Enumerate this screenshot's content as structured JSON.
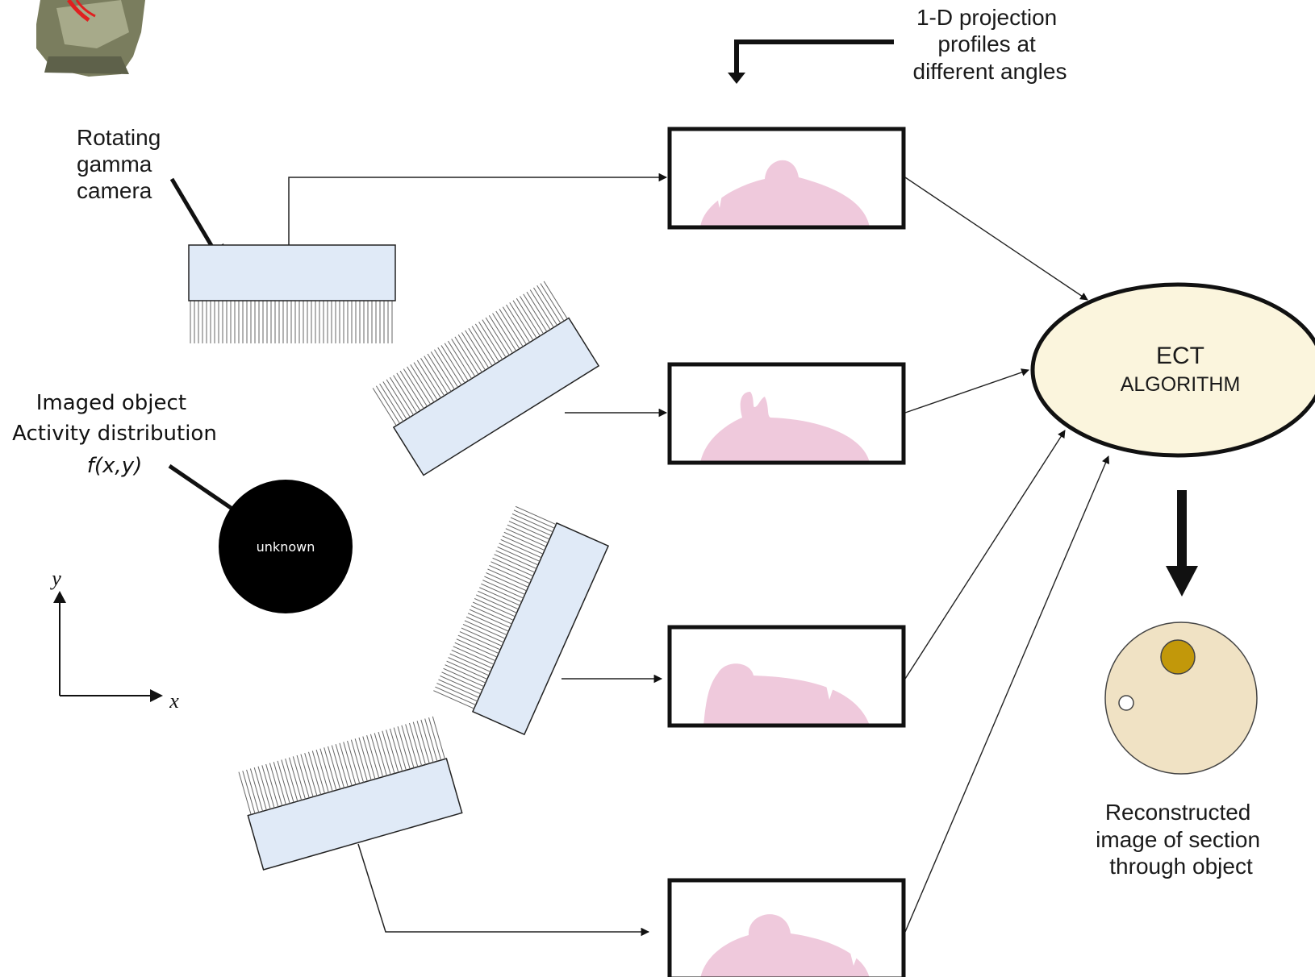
{
  "labels": {
    "projection_line1": "1-D projection",
    "projection_line2": "profiles at",
    "projection_line3": "different angles",
    "camera_line1": "Rotating",
    "camera_line2": "gamma",
    "camera_line3": "camera",
    "object_line1": "Imaged object",
    "object_line2": "Activity distribution",
    "object_line3": "f(x,y)",
    "object_inner": "unknown",
    "algorithm_line1": "ECT",
    "algorithm_line2": "ALGORITHM",
    "recon_line1": "Reconstructed",
    "recon_line2": "image of section",
    "recon_line3": "through object",
    "axis_x": "x",
    "axis_y": "y"
  },
  "colors": {
    "detector_fill": "#e0eaf7",
    "profile_fill": "#efc9dc",
    "algorithm_fill": "#fbf5dd",
    "recon_fill": "#f0e2c4",
    "recon_spot": "#c2980a",
    "object_fill": "#000000",
    "camera_red": "#e02020",
    "camera_olive": "#7a7d5e"
  },
  "icons": {
    "camera_corner": "gamma-camera-icon"
  }
}
